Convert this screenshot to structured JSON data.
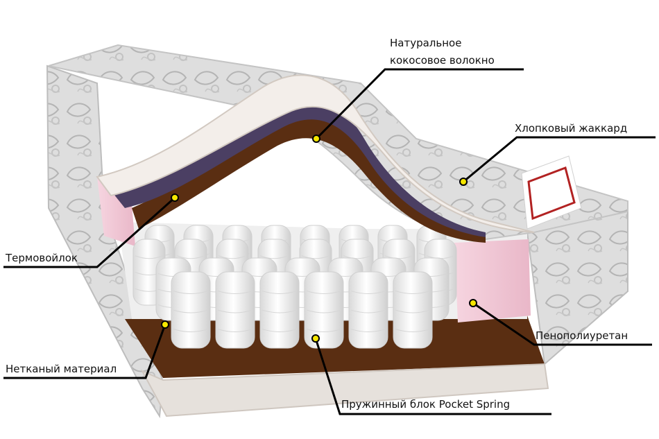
{
  "labels": {
    "coconut_line1": "Натуральное",
    "coconut_line2": "кокосовое волокно",
    "jacquard": "Хлопковый жаккард",
    "thermofelt": "Термовойлок",
    "polyurethane": "Пенополиуретан",
    "nonwoven": "Нетканый материал",
    "springs": "Пружинный блок Pocket Spring"
  },
  "colors": {
    "fabric": "#dcdcdc",
    "fabric_pattern": "#b8b8b8",
    "coconut": "#5a2e12",
    "thermofelt": "#4b3f63",
    "foam": "#f2c9d6",
    "springs": "#f4f4f4",
    "marker": "#f5e600",
    "line": "#000000"
  }
}
